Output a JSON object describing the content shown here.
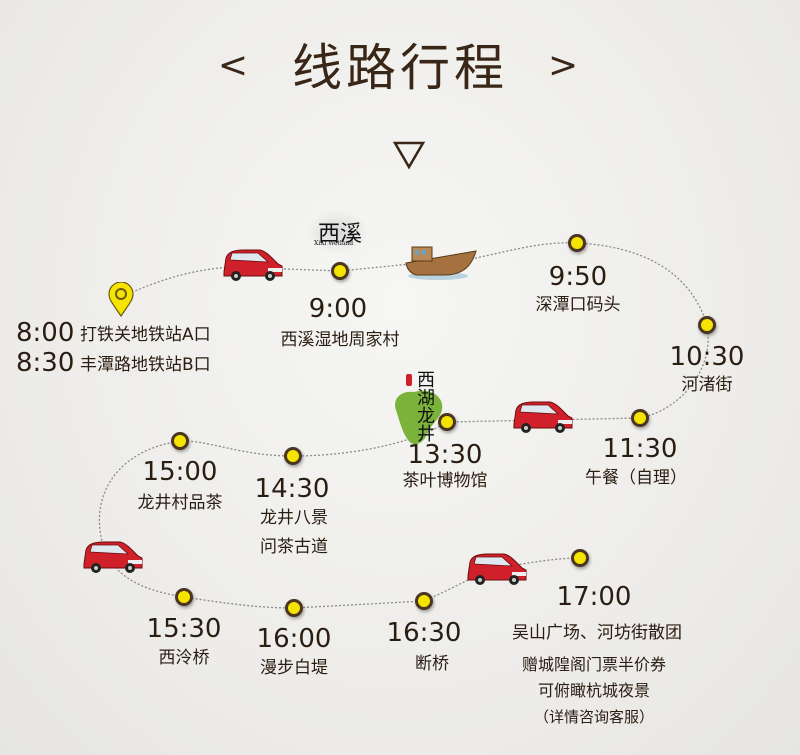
{
  "title": {
    "text": "线路行程",
    "left_chevron": "<",
    "right_chevron": ">"
  },
  "logos": {
    "xixi": "西溪",
    "xixi_en": "XiXi Wetland",
    "longjing": "西湖龙井"
  },
  "colors": {
    "dot": "#f5e400",
    "dot_ring": "#4a3523",
    "car": "#d0202a",
    "text": "#2a1d12",
    "tea_green": "#7bb23a"
  },
  "stops": [
    {
      "time": "8:00",
      "place": "打铁关地铁站A口"
    },
    {
      "time": "8:30",
      "place": "丰潭路地铁站B口"
    },
    {
      "time": "9:00",
      "place": "西溪湿地周家村"
    },
    {
      "time": "9:50",
      "place": "深潭口码头"
    },
    {
      "time": "10:30",
      "place": "河渚街"
    },
    {
      "time": "11:30",
      "place": "午餐（自理）"
    },
    {
      "time": "13:30",
      "place": "茶叶博物馆"
    },
    {
      "time": "14:30",
      "place": "龙井八景",
      "place2": "问茶古道"
    },
    {
      "time": "15:00",
      "place": "龙井村品茶"
    },
    {
      "time": "15:30",
      "place": "西泠桥"
    },
    {
      "time": "16:00",
      "place": "漫步白堤"
    },
    {
      "time": "16:30",
      "place": "断桥"
    },
    {
      "time": "17:00",
      "place": "吴山广场、河坊街散团",
      "notes": [
        "赠城隍阁门票半价券",
        "可俯瞰杭城夜景",
        "（详情咨询客服）"
      ]
    }
  ]
}
